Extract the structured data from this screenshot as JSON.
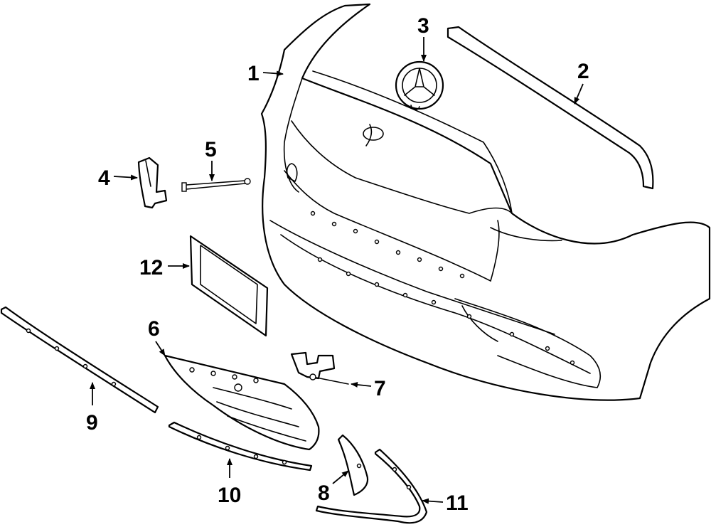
{
  "diagram": {
    "callouts": [
      {
        "id": "1",
        "text": "1"
      },
      {
        "id": "2",
        "text": "2"
      },
      {
        "id": "3",
        "text": "3"
      },
      {
        "id": "4",
        "text": "4"
      },
      {
        "id": "5",
        "text": "5"
      },
      {
        "id": "6",
        "text": "6"
      },
      {
        "id": "7",
        "text": "7"
      },
      {
        "id": "8",
        "text": "8"
      },
      {
        "id": "9",
        "text": "9"
      },
      {
        "id": "10",
        "text": "10"
      },
      {
        "id": "11",
        "text": "11"
      },
      {
        "id": "12",
        "text": "12"
      }
    ],
    "colors": {
      "line": "#000000",
      "background": "#ffffff"
    }
  }
}
